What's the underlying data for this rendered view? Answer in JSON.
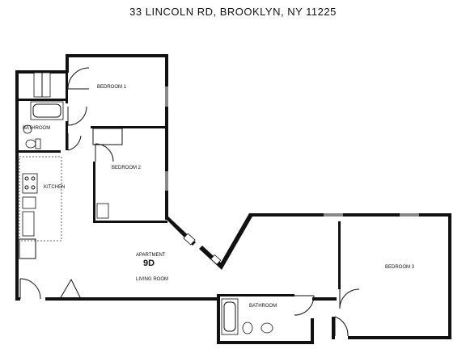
{
  "title": "33 LINCOLN RD, BROOKLYN, NY 11225",
  "apartment": {
    "label": "APARTMENT",
    "number": "9D"
  },
  "rooms": {
    "bedroom1": "BEDROOM 1",
    "bedroom2": "BEDROOM 2",
    "bedroom3": "BEDROOM 3",
    "bathroom_left": "BATHROOM",
    "bathroom_bottom": "BATHROOM",
    "kitchen": "KITCHEN",
    "living": "LIVING ROOM"
  }
}
